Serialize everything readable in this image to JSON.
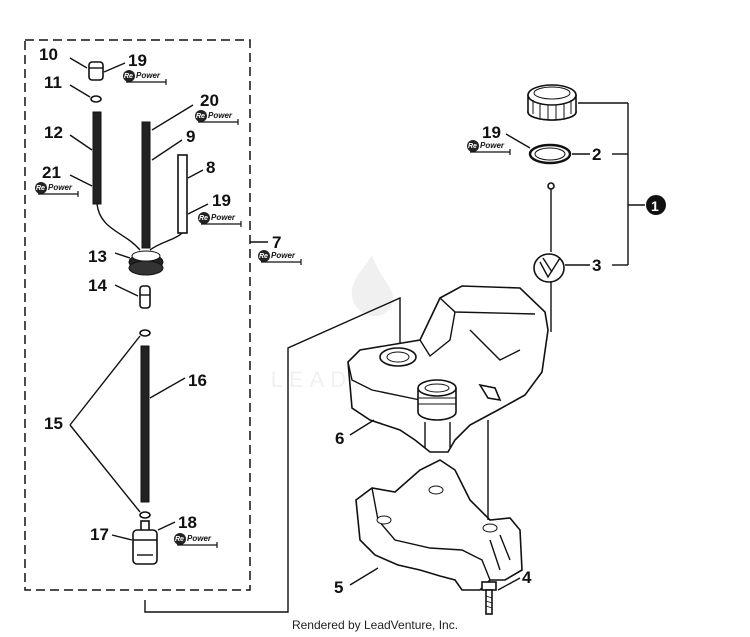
{
  "callouts": {
    "c10": "10",
    "c19a": "19",
    "c11": "11",
    "c20": "20",
    "c12": "12",
    "c9": "9",
    "c8": "8",
    "c21": "21",
    "c19b": "19",
    "c7": "7",
    "c13": "13",
    "c14": "14",
    "c16": "16",
    "c15": "15",
    "c17": "17",
    "c18": "18",
    "c19c": "19",
    "c2": "2",
    "c1": "1",
    "c3": "3",
    "c6": "6",
    "c5": "5",
    "c4": "4"
  },
  "badge": {
    "re": "Re",
    "power": "Power"
  },
  "watermark": "LEADVENTURE",
  "footer": "Rendered by LeadVenture, Inc."
}
